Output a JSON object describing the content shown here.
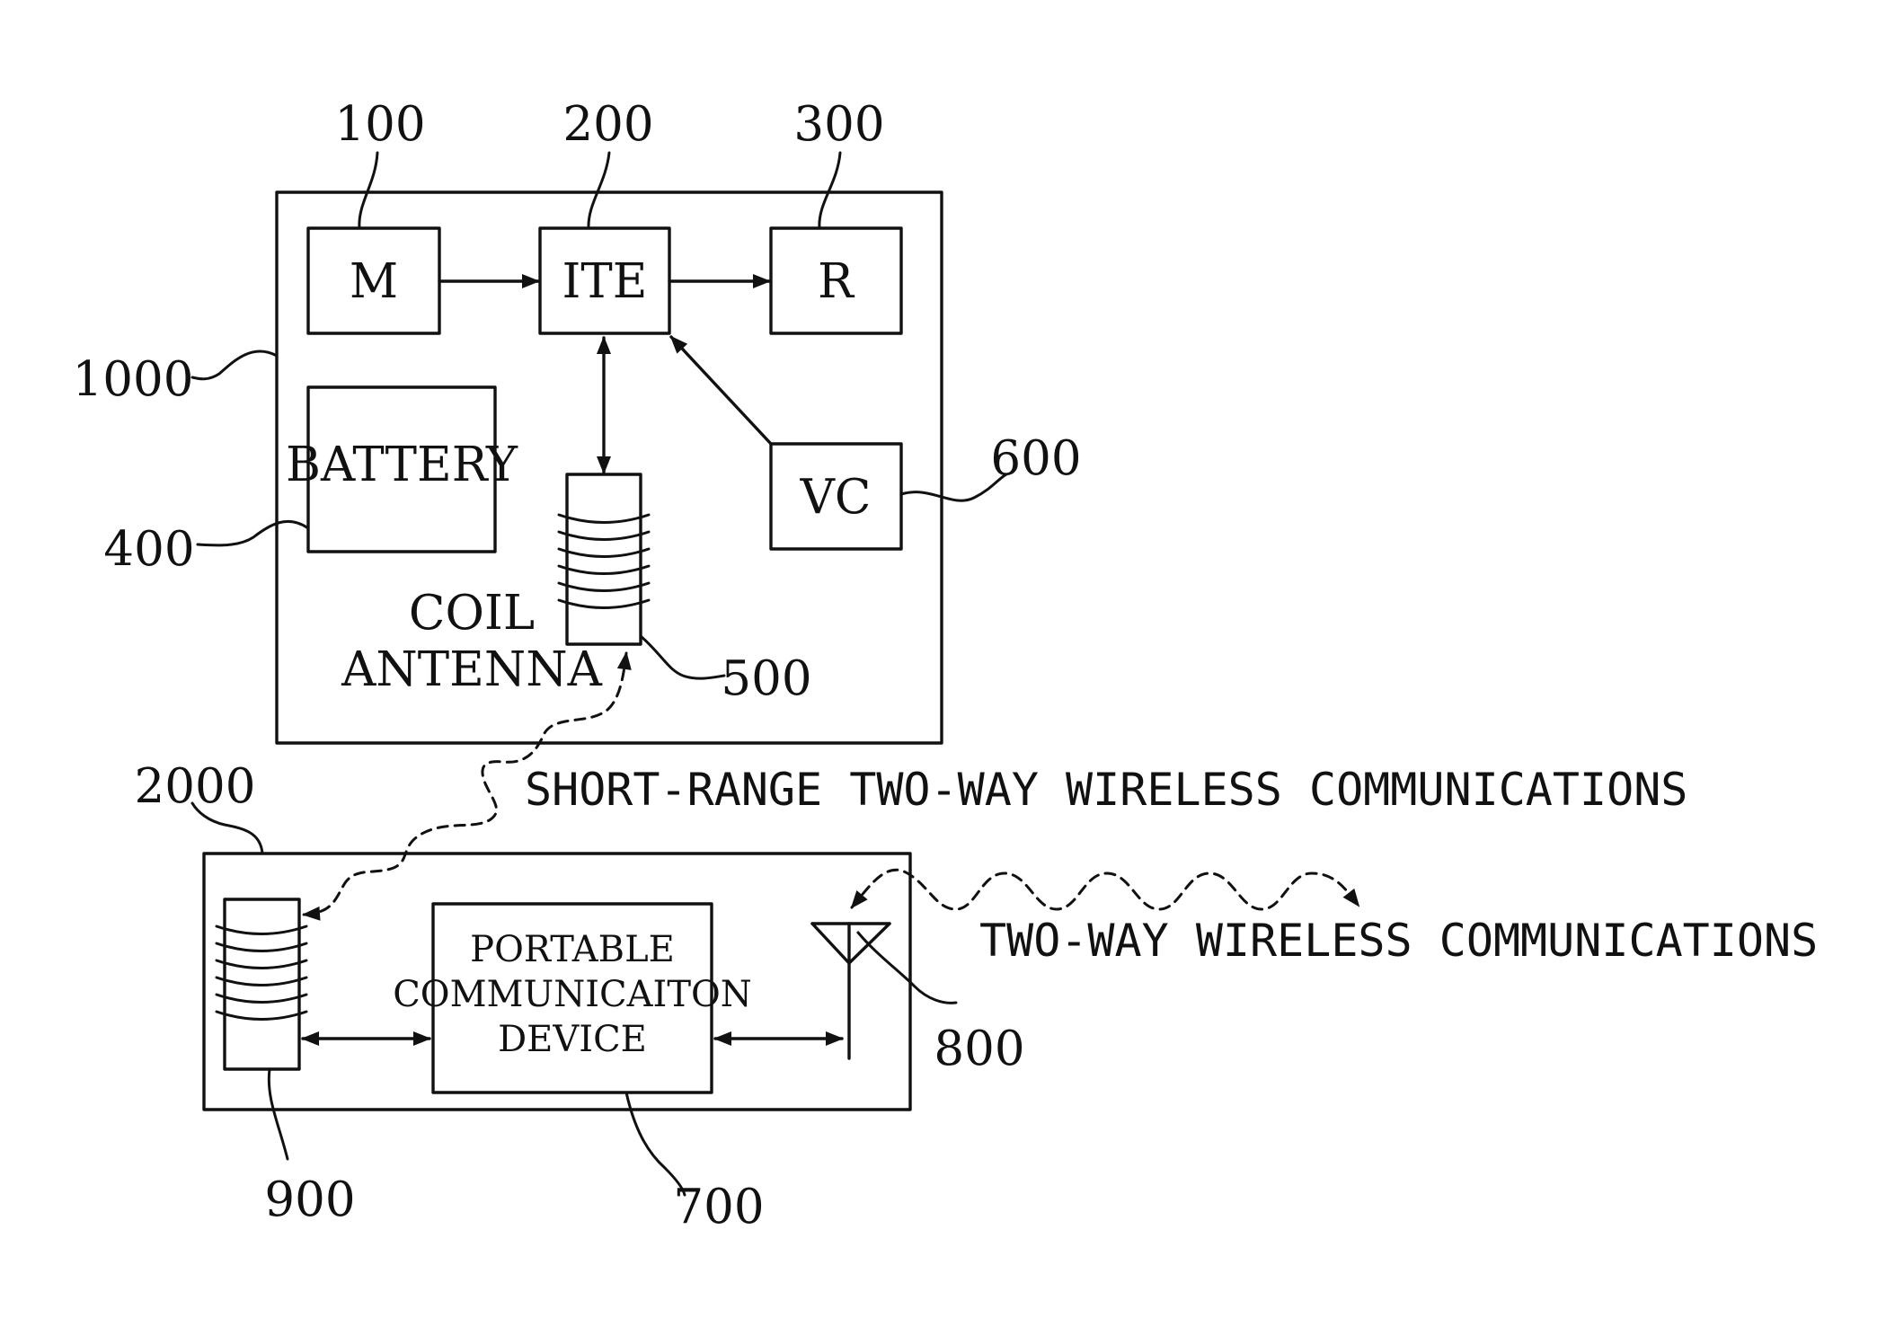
{
  "diagram": {
    "refs": {
      "r100": "100",
      "r200": "200",
      "r300": "300",
      "r400": "400",
      "r500": "500",
      "r600": "600",
      "r700": "700",
      "r800": "800",
      "r900": "900",
      "r1000": "1000",
      "r2000": "2000"
    },
    "blocks": {
      "m": "M",
      "ite": "ITE",
      "r": "R",
      "battery": "BATTERY",
      "vc": "VC",
      "portable": [
        "PORTABLE",
        "COMMUNICAITON",
        "DEVICE"
      ]
    },
    "coil_label": [
      "COIL",
      "ANTENNA"
    ],
    "links": {
      "short_range": "SHORT-RANGE TWO-WAY WIRELESS COMMUNICATIONS",
      "two_way": "TWO-WAY WIRELESS COMMUNICATIONS"
    }
  }
}
